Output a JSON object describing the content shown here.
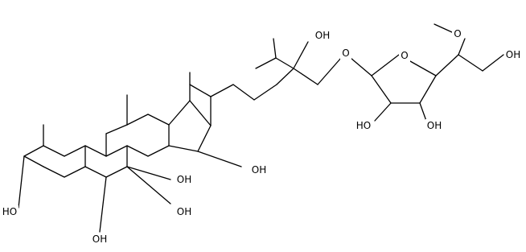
{
  "structure": {
    "labels": [
      {
        "id": "o_c3",
        "text": "HO"
      },
      {
        "id": "o_c6",
        "text": "OH"
      },
      {
        "id": "o_c7",
        "text": "OH"
      },
      {
        "id": "o_c8",
        "text": "OH"
      },
      {
        "id": "o_c15",
        "text": "OH"
      },
      {
        "id": "o_c24",
        "text": "OH"
      },
      {
        "id": "o_ether",
        "text": "O"
      },
      {
        "id": "o_ring",
        "text": "O"
      },
      {
        "id": "o_methoxy",
        "text": "O"
      },
      {
        "id": "o_terminal",
        "text": "OH"
      },
      {
        "id": "o_f2",
        "text": "HO"
      },
      {
        "id": "o_f3",
        "text": "OH"
      }
    ]
  }
}
